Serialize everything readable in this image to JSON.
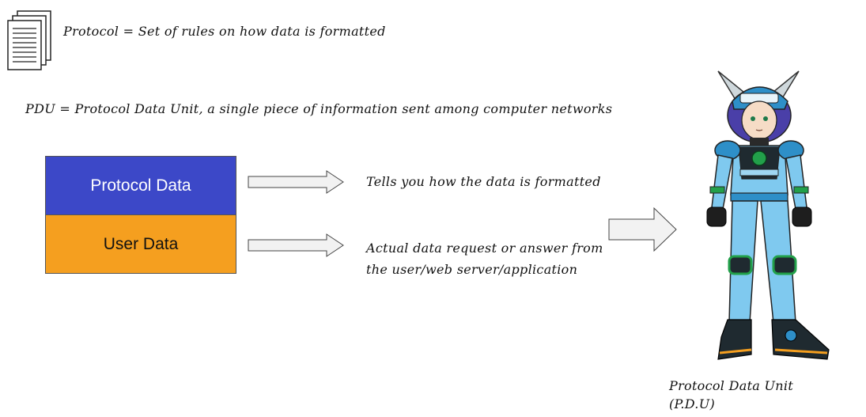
{
  "header": {
    "protocol_definition": "Protocol  = Set of rules on how data is formatted",
    "pdu_definition": "PDU = Protocol Data Unit, a single piece of information sent among computer networks"
  },
  "pdu_block": {
    "protocol_segment": "Protocol Data",
    "user_segment": "User Data",
    "protocol_color": "#3c48c8",
    "user_color": "#f59f1f"
  },
  "descriptions": {
    "protocol_data": "Tells you how the data is formatted",
    "user_data_line1": "Actual data request or answer from",
    "user_data_line2": "the user/web server/application"
  },
  "character": {
    "caption_line1": "Protocol Data Unit",
    "caption_line2": "(P.D.U)"
  },
  "icons": {
    "document": "document-stack-icon",
    "arrows": "right-arrow-icon"
  }
}
